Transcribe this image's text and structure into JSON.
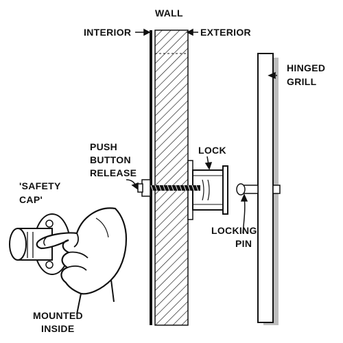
{
  "labels": {
    "wall": "WALL",
    "interior": "INTERIOR",
    "exterior": "EXTERIOR",
    "hinged_grill": [
      "HINGED",
      "GRILL"
    ],
    "push_button_release": [
      "PUSH",
      "BUTTON",
      "RELEASE"
    ],
    "lock": "LOCK",
    "safety_cap": [
      "'SAFETY",
      "CAP'"
    ],
    "locking_pin": [
      "LOCKING",
      "PIN"
    ],
    "mounted_inside": [
      "MOUNTED",
      "INSIDE"
    ]
  },
  "colors": {
    "ink": "#111111",
    "shadow": "#bdbdbd",
    "paper": "#ffffff"
  }
}
